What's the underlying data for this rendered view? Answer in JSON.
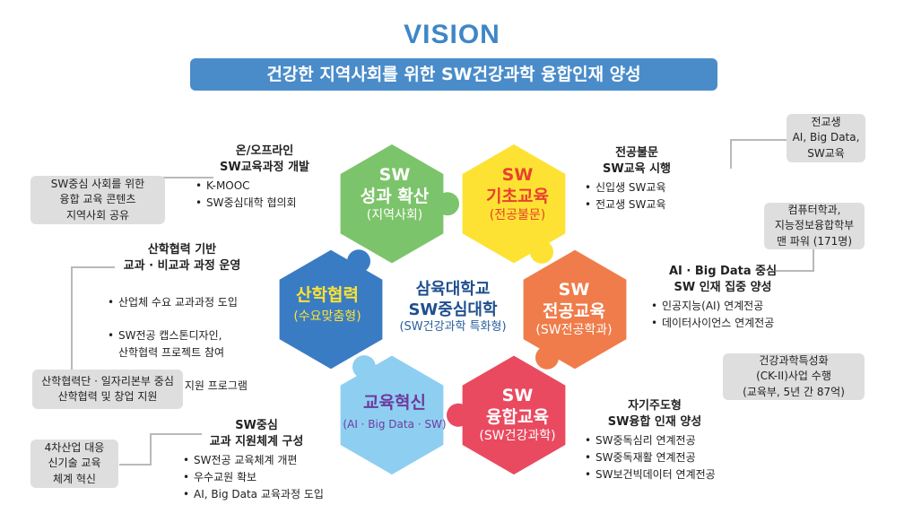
{
  "vision": "VISION",
  "banner": "건강한 지역사회를 위한 SW건강과학 융합인재 양성",
  "center": {
    "line1": "삼육대학교",
    "line2": "SW중심대학",
    "line3": "(SW건강과학 특화형)"
  },
  "hexes": {
    "top_left": {
      "line1": "SW",
      "line2": "성과 확산",
      "sub": "(지역사회)"
    },
    "top_right": {
      "line1": "SW",
      "line2": "기초교육",
      "sub": "(전공불문)"
    },
    "right": {
      "line1": "SW",
      "line2": "전공교육",
      "sub": "(SW전공학과)"
    },
    "bottom_right": {
      "line1": "SW",
      "line2": "융합교육",
      "sub": "(SW건강과학)"
    },
    "bottom_left": {
      "line1": "교육혁신",
      "sub": "(AI · Big Data · SW)"
    },
    "left": {
      "line1": "산학협력",
      "sub": "(수요맞춤형)"
    }
  },
  "colors": {
    "green": "#7cc46b",
    "yellow": "#fde233",
    "orange": "#ef7c4a",
    "red": "#e94a60",
    "sky": "#8ecff1",
    "blue": "#3a7cc4",
    "banner": "#4a8cc9",
    "gray_box": "#dedede"
  },
  "sections": {
    "top_left": {
      "title1": "온/오프라인",
      "title2": "SW교육과정 개발",
      "bullets": [
        "K-MOOC",
        "SW중심대학 협의회"
      ]
    },
    "top_right": {
      "title1": "전공불문",
      "title2": "SW교육 시행",
      "bullets": [
        "신입생 SW교육",
        "전교생 SW교육"
      ]
    },
    "left": {
      "title1": "산학협력 기반",
      "title2": "교과 · 비교과 과정 운영",
      "bullets": [
        "산업체 수요 교과과정 도입",
        "SW전공 캡스톤디자인,\n산학협력 프로젝트 참여",
        "체계과된 창업 지원 프로그램\n운영"
      ]
    },
    "right": {
      "title1": "AI · Big Data 중심",
      "title2": "SW 인재 집중 양성",
      "bullets": [
        "인공지능(AI) 연계전공",
        "데이터사이언스 연계전공"
      ]
    },
    "bottom_left": {
      "title1": "SW중심",
      "title2": "교과 지원체계 구성",
      "bullets": [
        "SW전공 교육체계 개편",
        "우수교원 확보",
        "AI, Big Data 교육과정 도입"
      ]
    },
    "bottom_right": {
      "title1": "자기주도형",
      "title2": "SW융합 인재 양성",
      "bullets": [
        "SW중독심리 연계전공",
        "SW중독재활 연계전공",
        "SW보건빅데이터 연계전공"
      ]
    }
  },
  "boxes": {
    "box1": "SW중심 사회를 위한\n융합 교육 콘텐츠\n지역사회 공유",
    "box2": "산학협력단 · 일자리본부 중심\n산학협력 및 창업 지원",
    "box3": "4차산업 대응\n신기술 교육\n체계 혁신",
    "box4": "전교생\nAI, Big Data,\nSW교육",
    "box5": "컴퓨터학과,\n지능정보융합학부\n맨 파워 (171명)",
    "box6": "건강과학특성화\n(CK-II)사업 수행\n(교육부, 5년 간 87억)"
  }
}
